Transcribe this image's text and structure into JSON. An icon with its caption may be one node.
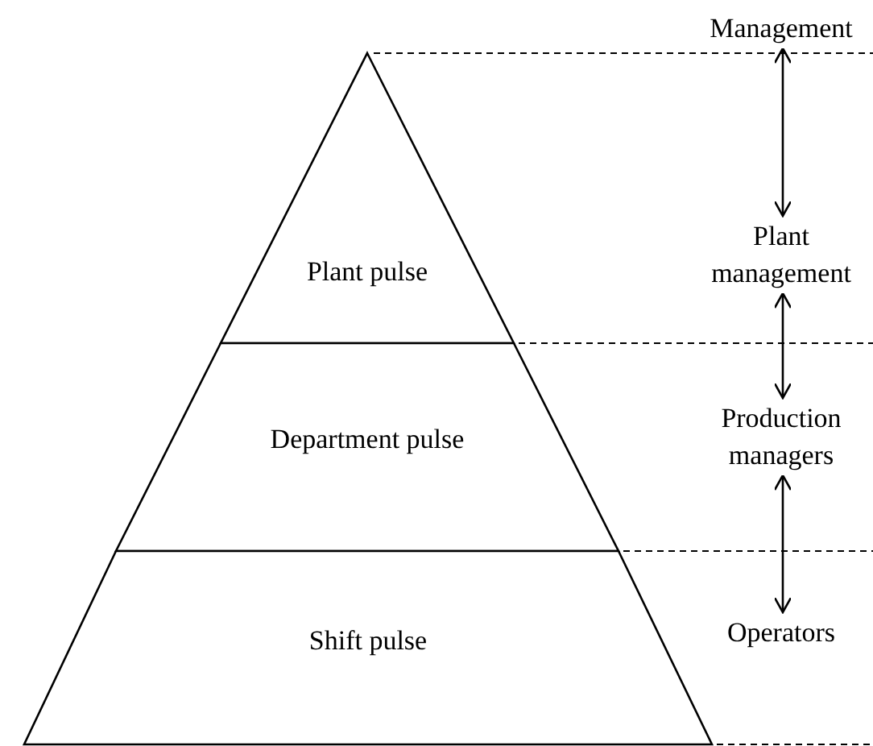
{
  "diagram": {
    "nodes": [
      {
        "text": [
          "Plant pulse"
        ]
      },
      {
        "text": [
          "Department pulse"
        ]
      },
      {
        "text": [
          "Shift pulse"
        ]
      },
      {
        "text": [
          "Management"
        ]
      },
      {
        "text": [
          "Plant management"
        ]
      },
      {
        "text": [
          "Production managers"
        ]
      },
      {
        "text": [
          "Operators"
        ]
      }
    ],
    "edges": [
      {
        "from": 3,
        "to": 4,
        "arrow": "both"
      },
      {
        "from": 4,
        "to": 5,
        "arrow": "both"
      },
      {
        "from": 5,
        "to": 6,
        "arrow": "both"
      }
    ]
  }
}
